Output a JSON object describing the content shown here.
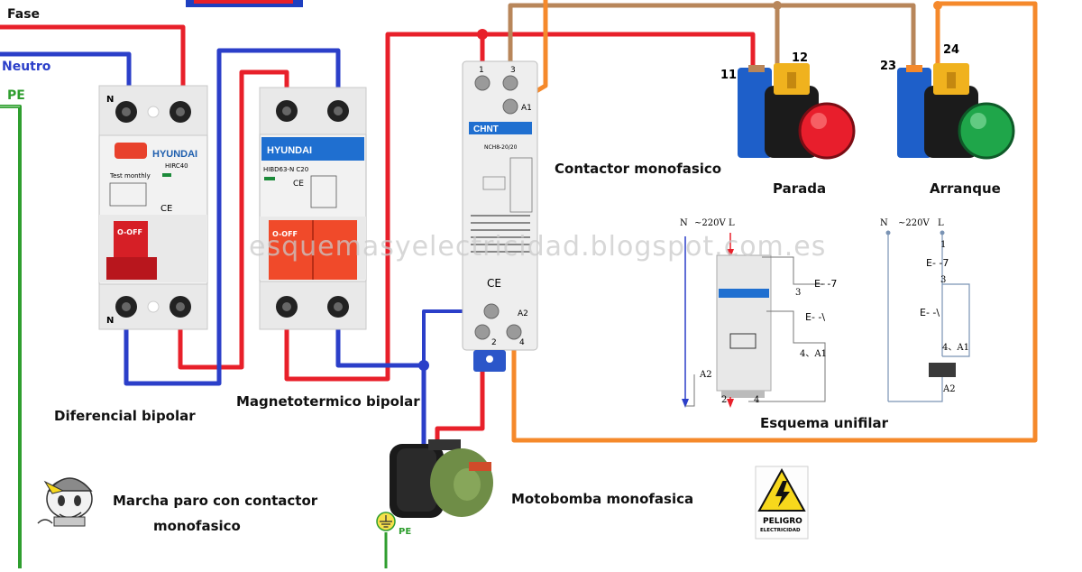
{
  "wire_labels": {
    "fase": "Fase",
    "neutro": "Neutro",
    "pe": "PE"
  },
  "components": {
    "diferencial": "Diferencial bipolar",
    "magnetotermico": "Magnetotermico  bipolar",
    "contactor": "Contactor monofasico",
    "parada": "Parada",
    "arranque": "Arranque",
    "motobomba": "Motobomba monofasica",
    "esquema_unifilar": "Esquema unifilar"
  },
  "title": {
    "line1": "Marcha paro con contactor",
    "line2": "monofasico"
  },
  "terminals": {
    "n_top_1": "N",
    "n_bot_1": "N",
    "contact_11": "11",
    "contact_12": "12",
    "contact_23": "23",
    "contact_24": "24",
    "c1": "1",
    "c3": "3",
    "a1": "A1",
    "a2": "A2",
    "c2": "2",
    "c4": "4"
  },
  "devices": {
    "rcd_brand": "HYUNDAI",
    "rcd_model": "HIRC40",
    "rcd_test": "Test monthly",
    "rcd_off": "O-OFF",
    "mcb_brand": "HYUNDAI",
    "mcb_model": "HIBD63-N C20",
    "mcb_off": "O-OFF",
    "contactor_brand": "CHNT",
    "contactor_model": "NCH8-20/20",
    "ce": "CE"
  },
  "schematic": {
    "left": {
      "n": "N",
      "v": "~220V",
      "l": "L",
      "t3": "3",
      "t4a1": "4、A1",
      "a2": "A2",
      "t2": "2",
      "t4": "4"
    },
    "right": {
      "n": "N",
      "v": "~220V",
      "l": "L",
      "t1": "1",
      "t3": "3",
      "t4a1": "4、A1",
      "a2": "A2"
    }
  },
  "ground_label": "PE",
  "warning": {
    "line1": "PELIGRO",
    "line2": "ELECTRICIDAD"
  },
  "watermark": "esquemasyelectricidad.blogspot.com.es",
  "colors": {
    "fase": "#e8202a",
    "neutro": "#2b3fc9",
    "pe": "#2f9e2f",
    "control_brown": "#b8865a",
    "control_orange": "#f5892b",
    "stop_button": "#e81e2c",
    "start_button": "#1fa64a",
    "button_body": "#1e5fc9",
    "button_cap": "#f0b21e"
  }
}
